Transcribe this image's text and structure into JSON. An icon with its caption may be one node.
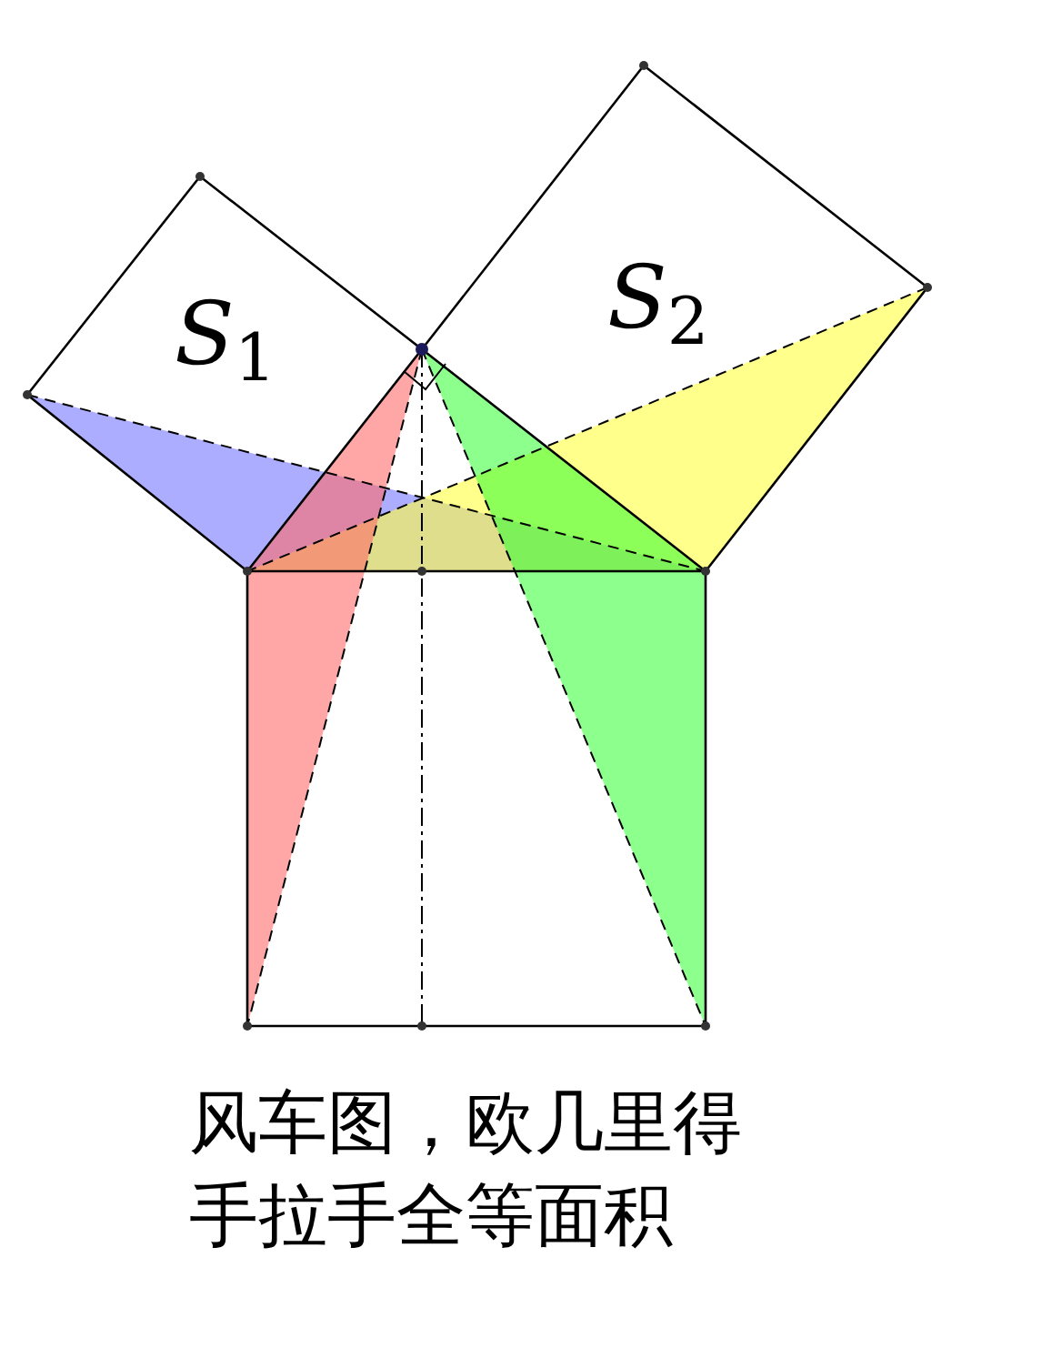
{
  "diagram": {
    "caption": "风车图，欧几里得手拉手全等面积",
    "labels": [
      "*S*$_{1}$",
      "*S*$_{2}$"
    ]
  }
}
